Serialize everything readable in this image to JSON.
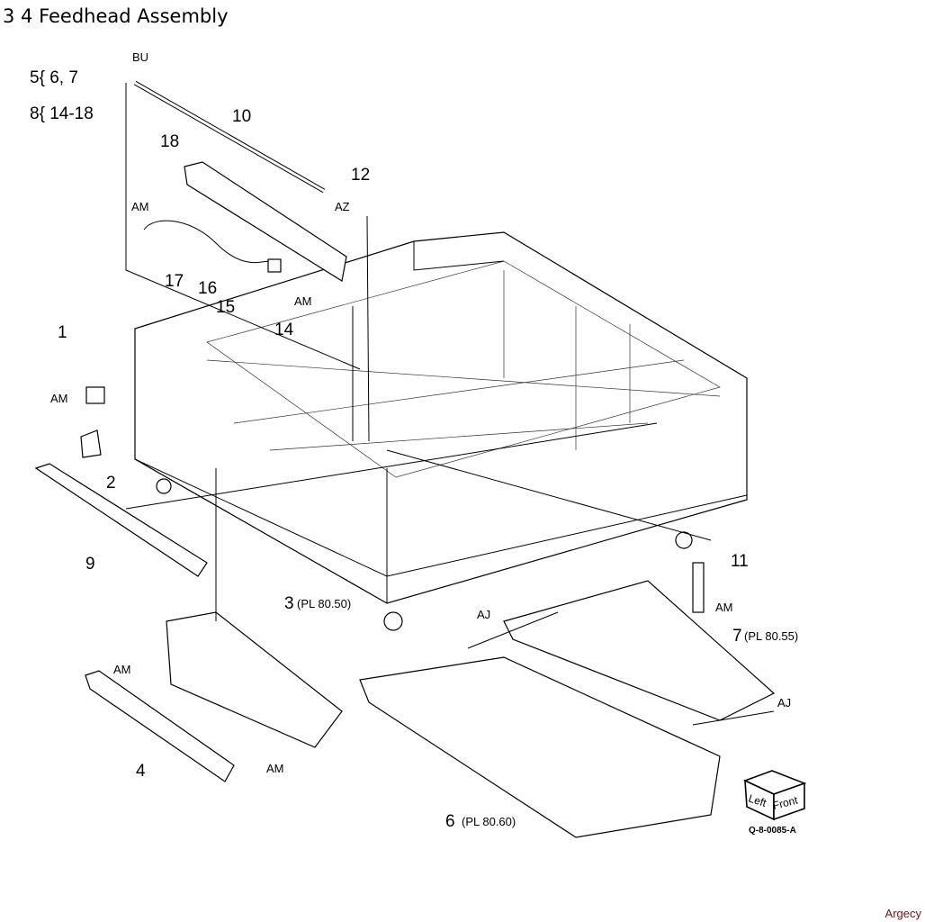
{
  "title": "3 4 Feedhead Assembly",
  "notes": [
    "5{ 6, 7",
    "8{ 14-18"
  ],
  "callouts": {
    "bu": "BU",
    "p10": "10",
    "p18": "18",
    "p12": "12",
    "az": "AZ",
    "am_18": "AM",
    "p17": "17",
    "p16": "16",
    "p15": "15",
    "am_14": "AM",
    "p14": "14",
    "p1": "1",
    "am_1": "AM",
    "p2": "2",
    "p9": "9",
    "p11": "11",
    "am_11": "AM",
    "p3": "3",
    "p3_ref": "(PL 80.50)",
    "aj_7": "AJ",
    "p7": "7",
    "p7_ref": "(PL 80.55)",
    "am_3": "AM",
    "aj_6": "AJ",
    "p4": "4",
    "am_4": "AM",
    "p6": "6",
    "p6_ref": "(PL 80.60)"
  },
  "orientation_cube": {
    "left": "Left",
    "front": "Front"
  },
  "figure_id": "Q-8-0085-A",
  "watermark": "Argecy"
}
